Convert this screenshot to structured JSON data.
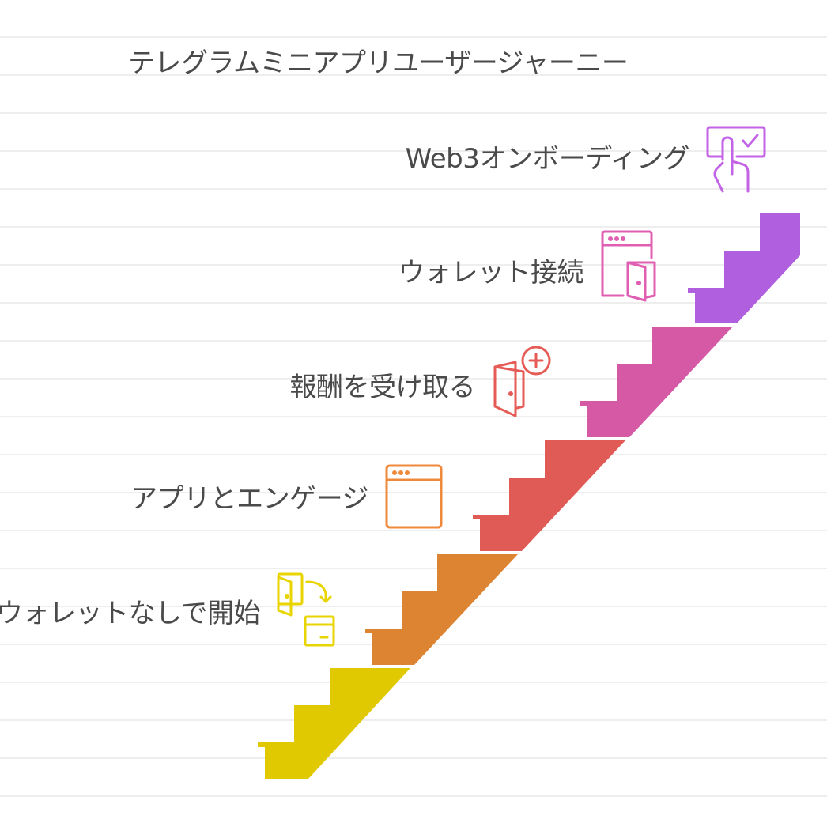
{
  "title": "テレグラムミニアプリユーザージャーニー",
  "steps": [
    {
      "label": "ウォレットなしで開始",
      "color": "#e0c900",
      "icon": "wallet-swap-icon"
    },
    {
      "label": "アプリとエンゲージ",
      "color": "#dc8432",
      "icon": "app-window-icon"
    },
    {
      "label": "報酬を受け取る",
      "color": "#e05b55",
      "icon": "wallet-add-icon"
    },
    {
      "label": "ウォレット接続",
      "color": "#d559a5",
      "icon": "wallet-connect-window-icon"
    },
    {
      "label": "Web3オンボーディング",
      "color": "#b05fde",
      "icon": "hand-click-check-icon"
    }
  ],
  "colors": {
    "background": "#ffffff",
    "grid_line": "#eeeeee",
    "text": "#4a4a4a"
  }
}
